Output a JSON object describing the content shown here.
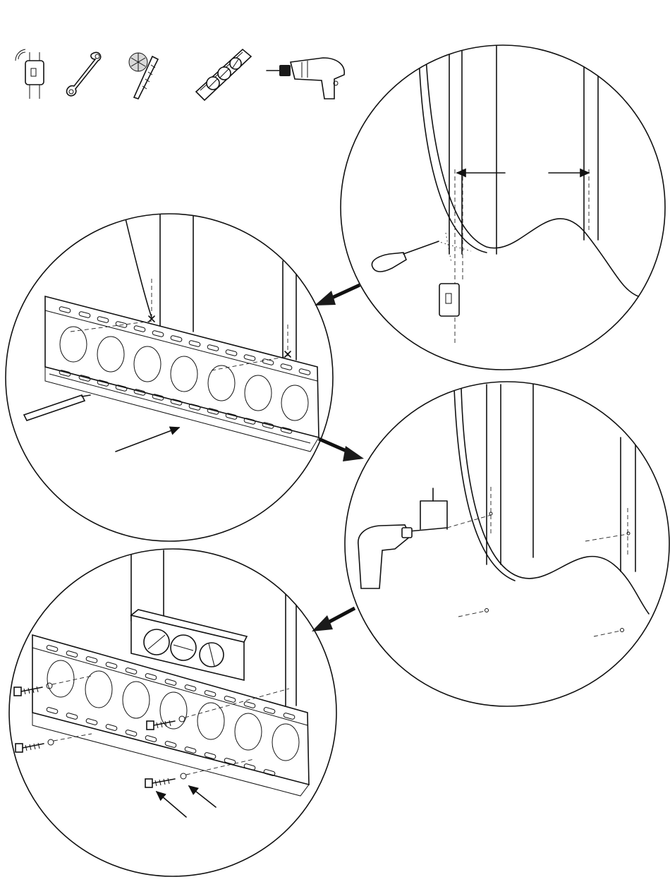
{
  "colors": {
    "ink": "#111111",
    "paper": "#ffffff"
  },
  "tools": [
    {
      "name": "stud-finder-icon"
    },
    {
      "name": "wrench-icon"
    },
    {
      "name": "drill-bit-icon"
    },
    {
      "name": "level-icon"
    },
    {
      "name": "power-drill-icon"
    }
  ],
  "steps": [
    {
      "name": "step-locate-studs"
    },
    {
      "name": "step-mark-holes"
    },
    {
      "name": "step-drill-pilot-holes"
    },
    {
      "name": "step-fasten-plate"
    }
  ]
}
